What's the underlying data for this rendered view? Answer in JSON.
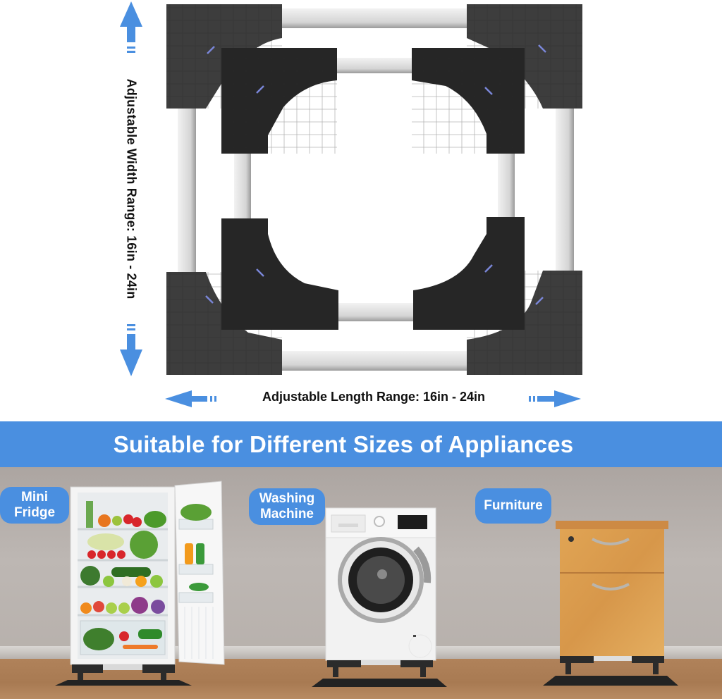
{
  "dimensions": {
    "width_label": "Adjustable Width Range: 16in - 24in",
    "length_label": "Adjustable Length Range: 16in - 24in",
    "range_min": "16in",
    "range_max": "24in"
  },
  "banner": {
    "title": "Suitable for Different Sizes of Appliances"
  },
  "appliances": [
    {
      "label_line1": "Mini",
      "label_line2": "Fridge",
      "name": "Mini Fridge"
    },
    {
      "label_line1": "Washing",
      "label_line2": "Machine",
      "name": "Washing Machine"
    },
    {
      "label_line1": "Furniture",
      "label_line2": "",
      "name": "Furniture"
    }
  ],
  "colors": {
    "accent_blue": "#4a8fe0",
    "stand_black": "#2b2b2b",
    "rail_silver": "#d8d8d8",
    "wall": "#b5aea9",
    "floor": "#a87a52",
    "wood": "#dba052"
  }
}
